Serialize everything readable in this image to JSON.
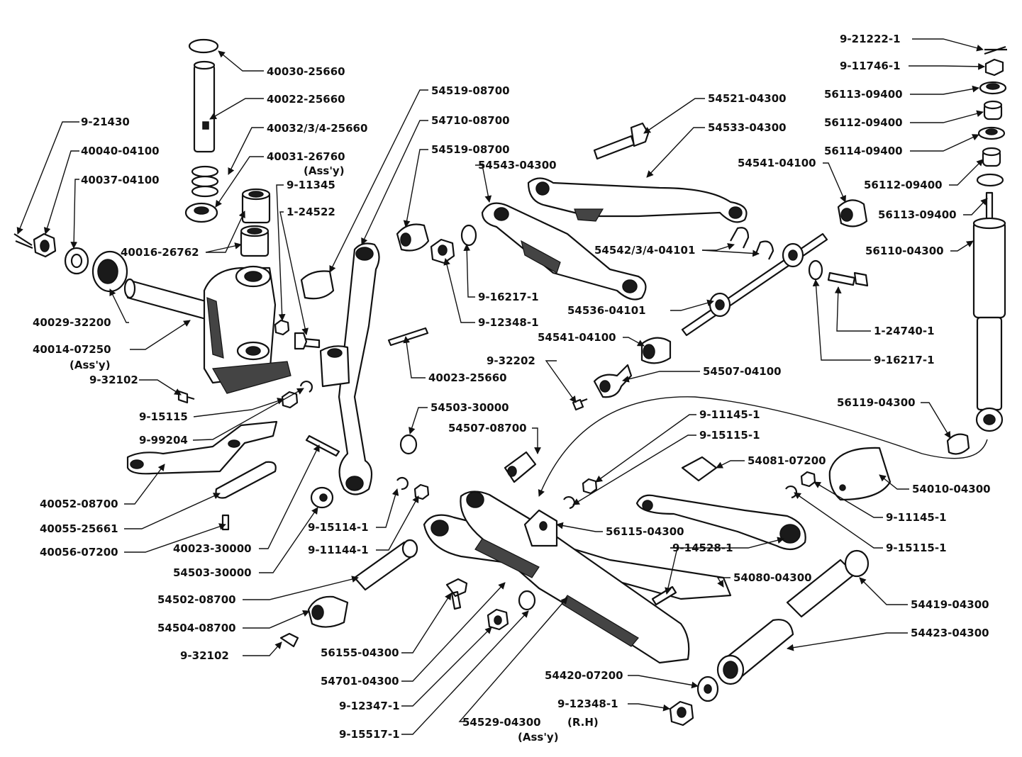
{
  "labels": {
    "p9_21430": "9-21430",
    "p40040_04100": "40040-04100",
    "p40037_04100": "40037-04100",
    "p40030_25660": "40030-25660",
    "p40022_25660": "40022-25660",
    "p40032_25660": "40032/3/4-25660",
    "p40031_26760": "40031-26760",
    "assy1": "(Ass'y)",
    "p9_11345": "9-11345",
    "p1_24522": "1-24522",
    "p40016_26762": "40016-26762",
    "p40029_32200": "40029-32200",
    "p40014_07250": "40014-07250",
    "assy2": "(Ass'y)",
    "p9_32102_a": "9-32102",
    "p9_15115": "9-15115",
    "p9_99204": "9-99204",
    "p40052_08700": "40052-08700",
    "p40055_25661": "40055-25661",
    "p40056_07200": "40056-07200",
    "p54519_08700_a": "54519-08700",
    "p54710_08700": "54710-08700",
    "p54519_08700_b": "54519-08700",
    "p54543_04300": "54543-04300",
    "p54521_04300": "54521-04300",
    "p54533_04300": "54533-04300",
    "p54541_04100_a": "54541-04100",
    "p54542_04101": "54542/3/4-04101",
    "p54536_04101": "54536-04101",
    "p54541_04100_b": "54541-04100",
    "p9_16217_1_a": "9-16217-1",
    "p9_12348_1_a": "9-12348-1",
    "p40023_25660": "40023-25660",
    "p9_32202": "9-32202",
    "p54507_04100": "54507-04100",
    "p1_24740_1": "1-24740-1",
    "p9_16217_1_b": "9-16217-1",
    "p9_21222_1": "9-21222-1",
    "p9_11746_1": "9-11746-1",
    "p56113_09400_a": "56113-09400",
    "p56112_09400_a": "56112-09400",
    "p56114_09400": "56114-09400",
    "p56112_09400_b": "56112-09400",
    "p56113_09400_b": "56113-09400",
    "p56110_04300": "56110-04300",
    "p56119_04300": "56119-04300",
    "p54503_30000_a": "54503-30000",
    "p54507_08700": "54507-08700",
    "p9_11145_1_a": "9-11145-1",
    "p9_15115_1_a": "9-15115-1",
    "p54081_07200": "54081-07200",
    "p54010_04300": "54010-04300",
    "p9_11145_1_b": "9-11145-1",
    "p56115_04300": "56115-04300",
    "p9_14528_1": "9-14528-1",
    "p9_15115_1_b": "9-15115-1",
    "p54080_04300": "54080-04300",
    "p54419_04300": "54419-04300",
    "p54423_04300": "54423-04300",
    "p9_15114_1": "9-15114-1",
    "p9_11144_1": "9-11144-1",
    "p40023_30000": "40023-30000",
    "p54503_30000_b": "54503-30000",
    "p54502_08700": "54502-08700",
    "p54504_08700": "54504-08700",
    "p9_32102_b": "9-32102",
    "p56155_04300": "56155-04300",
    "p54701_04300": "54701-04300",
    "p9_12347_1": "9-12347-1",
    "p9_15517_1": "9-15517-1",
    "p54529_04300": "54529-04300",
    "rh": "(R.H)",
    "assy3": "(Ass'y)",
    "p54420_07200": "54420-07200",
    "p9_12348_1_b": "9-12348-1"
  }
}
